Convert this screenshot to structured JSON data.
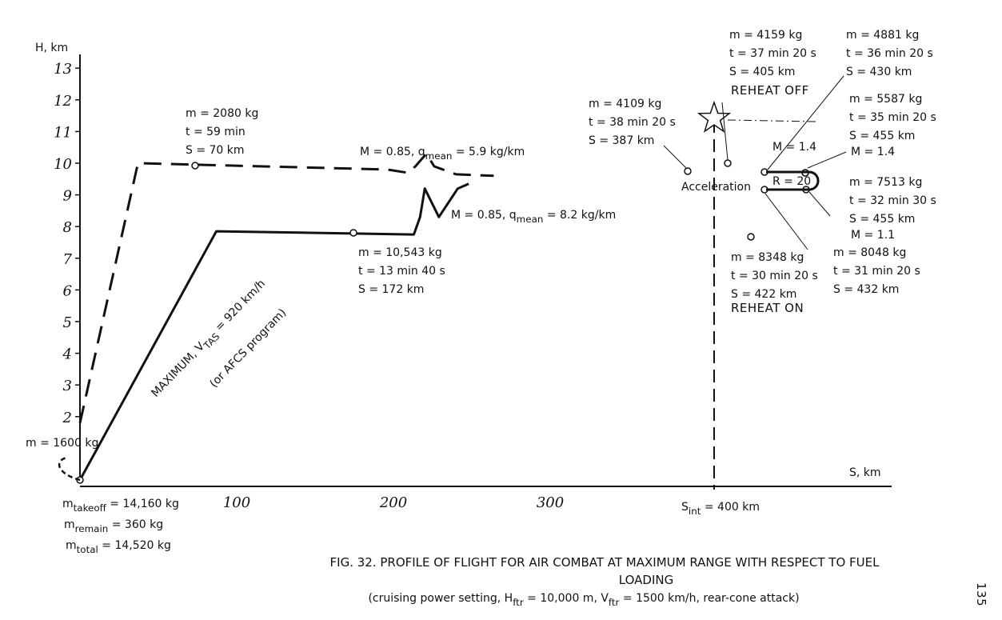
{
  "chart_data": {
    "type": "line",
    "xlabel": "S, km",
    "ylabel": "H, km",
    "x_ticks": [
      "100",
      "200",
      "300"
    ],
    "y_ticks": [
      "2",
      "3",
      "4",
      "5",
      "6",
      "7",
      "8",
      "9",
      "10",
      "11",
      "12",
      "13"
    ],
    "xlim": [
      0,
      520
    ],
    "ylim": [
      0,
      13.5
    ],
    "series": [
      {
        "style": "dashed",
        "points": [
          [
            0,
            1.8
          ],
          [
            37,
            10
          ],
          [
            196,
            9.8
          ],
          [
            209,
            9.7
          ],
          [
            214,
            9.9
          ],
          [
            221,
            10.3
          ],
          [
            226,
            9.9
          ],
          [
            240,
            9.65
          ],
          [
            264,
            9.6
          ]
        ]
      },
      {
        "style": "solid",
        "points": [
          [
            0,
            0
          ],
          [
            87,
            7.85
          ],
          [
            213,
            7.75
          ],
          [
            217,
            8.3
          ],
          [
            220,
            9.2
          ],
          [
            229,
            8.3
          ],
          [
            241,
            9.2
          ],
          [
            248,
            9.35
          ]
        ]
      }
    ],
    "annotations": {
      "start_mass": "m = 1600 kg",
      "takeoff": [
        "m",
        "takeoff",
        " = 14,160 kg"
      ],
      "remain": [
        "m",
        "remain",
        " = 360 kg"
      ],
      "total": [
        "m",
        "total",
        " = 14,520 kg"
      ],
      "p_2080": [
        "m = 2080 kg",
        "t = 59 min",
        "S = 70 km"
      ],
      "cruise_top": [
        "M = 0.85, q",
        "mean",
        " = 5.9 kg/km"
      ],
      "cruise_bottom": [
        "M = 0.85, q",
        "mean",
        " = 8.2 kg/km"
      ],
      "climb": [
        "MAXIMUM, V",
        "TAS",
        " = 920 km/h"
      ],
      "climb_sub": "(or AFCS program)",
      "p_10543": [
        "m = 10,543 kg",
        "t = 13 min 40 s",
        "S = 172 km"
      ],
      "p_4109": [
        "m = 4109 kg",
        "t = 38 min 20 s",
        "S = 387 km"
      ],
      "acceleration": "Acceleration",
      "p_4159": [
        "m = 4159 kg",
        "t = 37 min 20 s",
        "S = 405 km"
      ],
      "reheat_off": "REHEAT OFF",
      "p_4881": [
        "m = 4881 kg",
        "t = 36 min 20 s",
        "S = 430 km"
      ],
      "p_5587": [
        "m = 5587 kg",
        "t = 35 min 20 s",
        "S = 455 km"
      ],
      "mach_14_a": "M = 1.4",
      "mach_14_b": "M = 1.4",
      "radius": "R = 20",
      "p_7513": [
        "m = 7513 kg",
        "t = 32 min 30 s",
        "S = 455 km"
      ],
      "mach_11": "M = 1.1",
      "p_8048": [
        "m = 8048 kg",
        "t = 31 min 20 s",
        "S = 432 km"
      ],
      "p_8348": [
        "m = 8348 kg",
        "t = 30 min 20 s",
        "S = 422 km"
      ],
      "reheat_on": "REHEAT ON",
      "s_int": [
        "S",
        "int",
        " = 400 km"
      ]
    }
  },
  "caption": {
    "line1": "FIG. 32. PROFILE OF FLIGHT FOR AIR COMBAT AT MAXIMUM RANGE WITH RESPECT TO FUEL",
    "line2": "LOADING",
    "line3": [
      "(cruising power setting, H",
      "ftr",
      " = 10,000 m, V",
      "ftr",
      " = 1500 km/h, rear-cone attack)"
    ]
  },
  "page_number": "135",
  "colors": {
    "ink": "#111111",
    "paper": "#ffffff"
  }
}
